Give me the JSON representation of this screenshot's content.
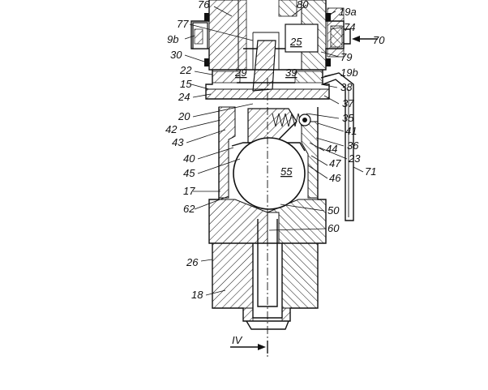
{
  "labels": {
    "l76": "76",
    "l80": "80",
    "l19a": "19a",
    "l77": "77",
    "l74": "74",
    "l9b": "9b",
    "l25": "25",
    "l70": "70",
    "l30": "30",
    "l79": "79",
    "l22": "22",
    "l29": "29",
    "l39": "39",
    "l19b": "19b",
    "l15": "15",
    "l38": "38",
    "l24": "24",
    "l37": "37",
    "l20": "20",
    "l35": "35",
    "l42": "42",
    "l41": "41",
    "l43": "43",
    "l36": "36",
    "l44": "44",
    "l40": "40",
    "l23": "23",
    "l47": "47",
    "l45": "45",
    "l55": "55",
    "l46": "46",
    "l71": "71",
    "l17": "17",
    "l62": "62",
    "l50": "50",
    "l60": "60",
    "l26": "26",
    "l18": "18",
    "lIV": "IV"
  },
  "colors": {
    "ink": "#111111",
    "paper": "#ffffff"
  }
}
